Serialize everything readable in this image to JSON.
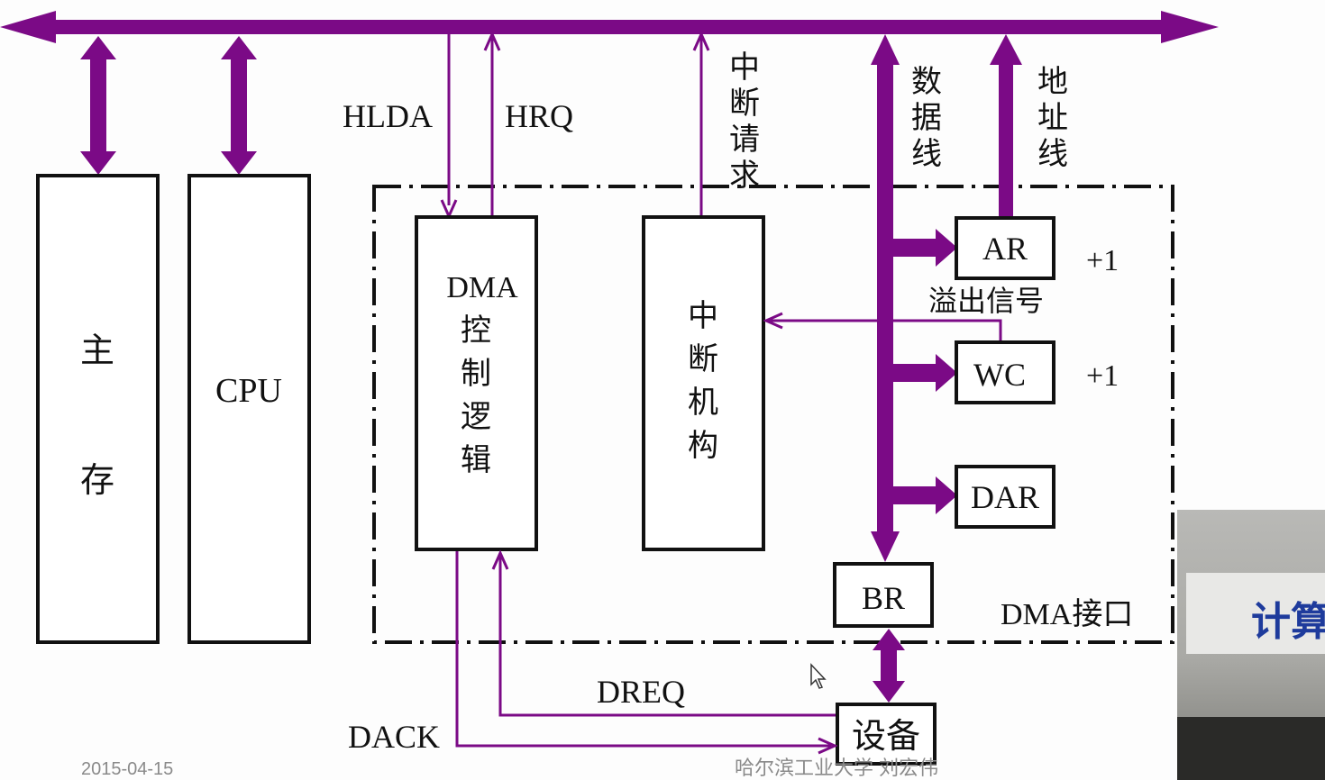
{
  "labels": {
    "main_memory": [
      "主",
      "存"
    ],
    "cpu": "CPU",
    "hlda": "HLDA",
    "hrq": "HRQ",
    "interrupt_request": [
      "中",
      "断",
      "请",
      "求"
    ],
    "data_line": [
      "数",
      "据",
      "线"
    ],
    "address_line": [
      "地",
      "址",
      "线"
    ],
    "dma_control": [
      "DMA",
      "控",
      "制",
      "逻",
      "辑"
    ],
    "interrupt_mechanism": [
      "中",
      "断",
      "机",
      "构"
    ],
    "ar": "AR",
    "wc": "WC",
    "dar": "DAR",
    "br": "BR",
    "plus_one_ar": "+1",
    "plus_one_wc": "+1",
    "overflow_signal": "溢出信号",
    "dma_interface": "DMA接口",
    "dreq": "DREQ",
    "dack": "DACK",
    "device": "设备"
  },
  "footer": {
    "date": "2015-04-15",
    "author": "哈尔滨工业大学 刘宏伟"
  },
  "video": {
    "caption": "计算"
  },
  "colors": {
    "bus": "#7b0a86",
    "line": "#111111"
  }
}
